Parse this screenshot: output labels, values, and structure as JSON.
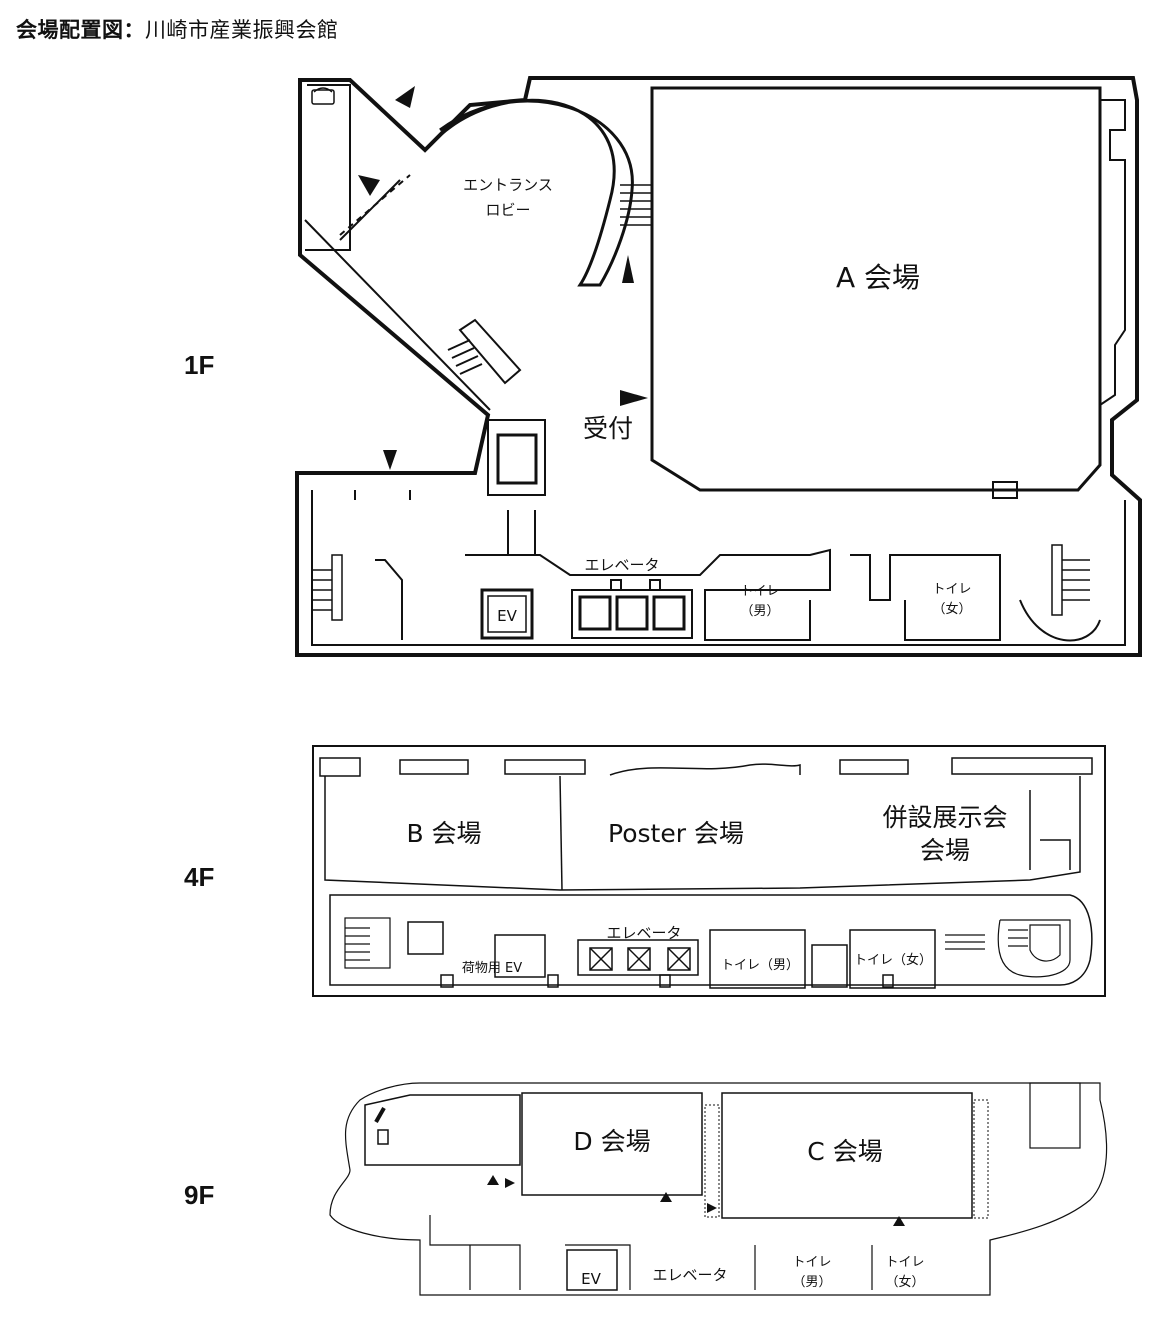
{
  "title": {
    "main": "会場配置図",
    "colon": "：",
    "venue": "川崎市産業振興会館"
  },
  "floors": {
    "f1": {
      "label": "1F",
      "rooms": {
        "entrance_line1": "エントランス",
        "entrance_line2": "ロビー",
        "hall_a": "A 会場",
        "reception": "受付",
        "elevator": "エレベータ",
        "ev": "EV",
        "toilet_m_line1": "トイレ",
        "toilet_m_line2": "（男）",
        "toilet_f_line1": "トイレ",
        "toilet_f_line2": "（女）"
      }
    },
    "f4": {
      "label": "4F",
      "rooms": {
        "hall_b": "B 会場",
        "poster": "Poster 会場",
        "exhibit_line1": "併設展示会",
        "exhibit_line2": "会場",
        "elevator": "エレベータ",
        "cargo_ev": "荷物用 EV",
        "toilet_m": "トイレ（男）",
        "toilet_f": "トイレ（女）"
      }
    },
    "f9": {
      "label": "9F",
      "rooms": {
        "hall_d": "D 会場",
        "hall_c": "C 会場",
        "ev": "EV",
        "elevator": "エレベータ",
        "toilet_m_line1": "トイレ",
        "toilet_m_line2": "（男）",
        "toilet_f_line1": "トイレ",
        "toilet_f_line2": "（女）"
      }
    }
  },
  "colors": {
    "line": "#111111",
    "background": "#ffffff"
  }
}
